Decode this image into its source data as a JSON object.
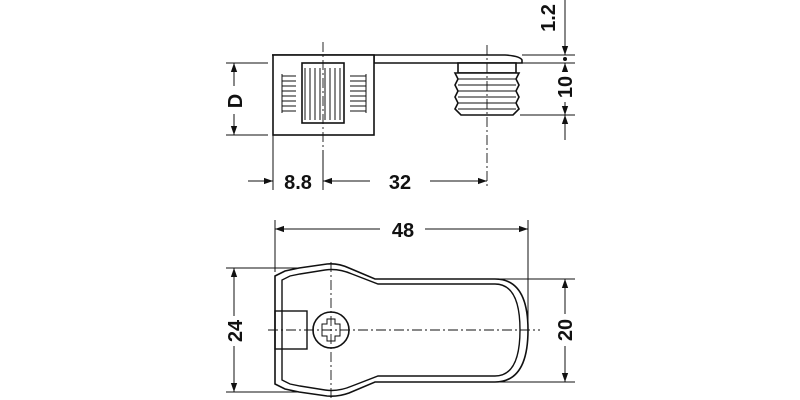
{
  "dimensions": {
    "top_view": {
      "height_label": "D",
      "offset_label": "8.8",
      "spacing_label": "32",
      "cap_thickness_label": "1.2",
      "plug_height_label": "10"
    },
    "bottom_view": {
      "length_label": "48",
      "width_label": "24",
      "end_width_label": "20"
    }
  },
  "colors": {
    "line": "#111111",
    "background": "#ffffff"
  }
}
